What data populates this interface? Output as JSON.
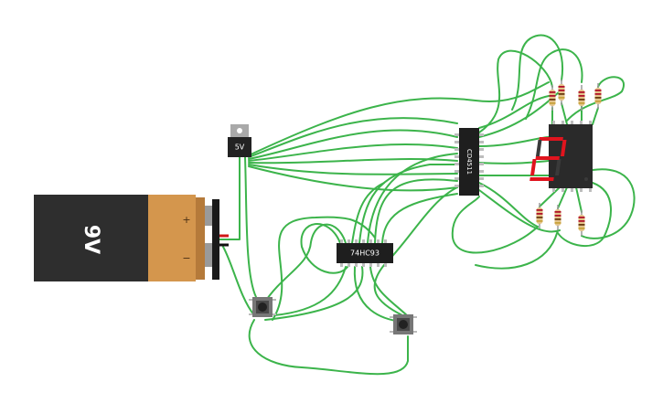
{
  "battery": {
    "label": "9V",
    "plus": "+",
    "minus": "−"
  },
  "regulator": {
    "label": "5V"
  },
  "decoder_ic": {
    "label": "CD4511"
  },
  "counter_ic": {
    "label": "74HC93"
  },
  "display": {
    "digit": "2",
    "segments_on": [
      "a",
      "b",
      "g",
      "e",
      "d"
    ],
    "segment_color": "#e0141e"
  },
  "resistors": {
    "count": 7
  },
  "buttons": {
    "count": 2
  },
  "colors": {
    "wire": "#3cb44b",
    "battery_body": "#2e2e2e",
    "battery_cap": "#d4964d",
    "chip": "#1e1e1e",
    "display_body": "#2a2a2a"
  }
}
